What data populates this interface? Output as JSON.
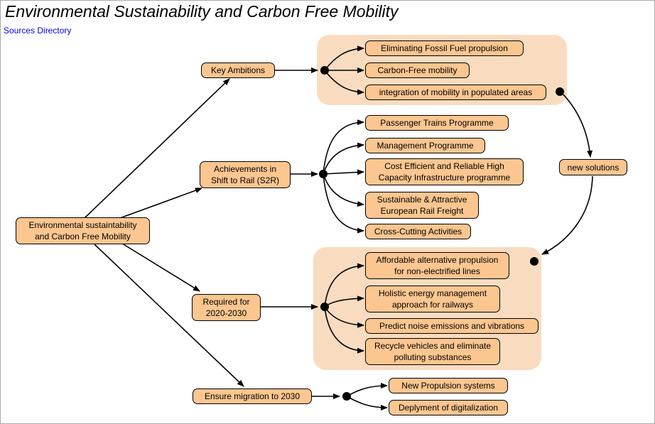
{
  "title": "Environmental Sustainability and Carbon Free Mobility",
  "sources_link": "Sources Directory",
  "colors": {
    "node_fill": "#fcc690",
    "group_fill": "#f9dcc0",
    "link": "#0000ee"
  },
  "nodes": {
    "root": "Environmental sustaintability\nand Carbon Free Mobility",
    "key_ambitions": "Key Ambitions",
    "achievements": "Achievements in\nShift to Rail (S2R)",
    "required": "Required for\n2020-2030",
    "ensure_migration": "Ensure migration to 2030",
    "new_solutions": "new solutions"
  },
  "ambitions": [
    "Eliminating Fossil Fuel propulsion",
    "Carbon-Free mobility",
    "integration of mobility in populated areas"
  ],
  "achievements_items": [
    "Passenger Trains Programme",
    "Management Programme",
    "Cost Efficient and Reliable High\nCapacity Infrastructure programme",
    "Sustainable & Attractive\nEuropean Rail Freight",
    "Cross-Cutting Activities"
  ],
  "required_items": [
    "Affordable alternative propulsion\nfor non-electrified lines",
    "Holistic energy management\napproach for railways",
    "Predict noise emissions and vibrations",
    "Recycle vehicles and eliminate\npolluting substances"
  ],
  "migration_items": [
    "New Propulsion systems",
    "Deplyment of digitalization"
  ]
}
